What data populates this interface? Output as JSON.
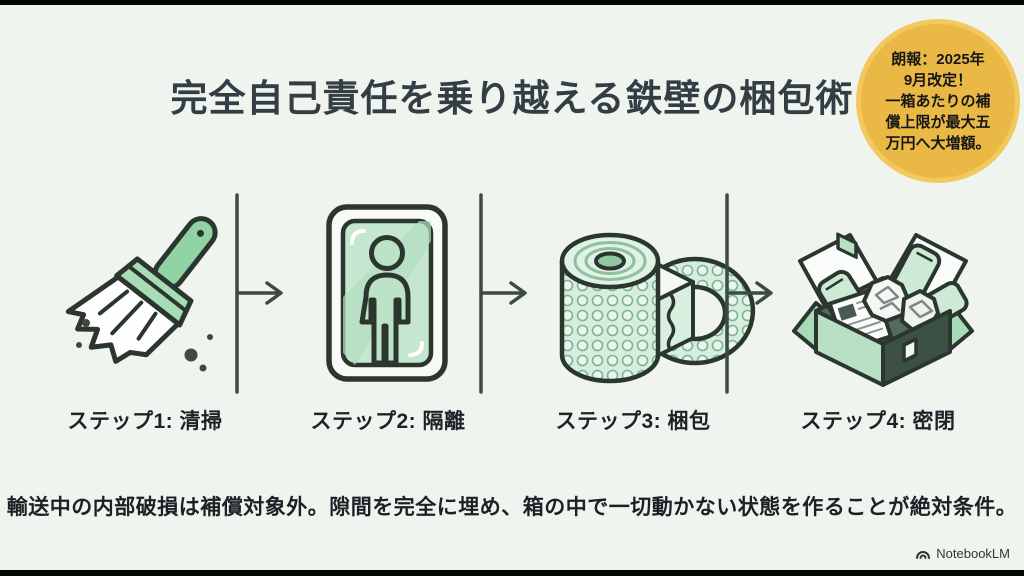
{
  "slide": {
    "title": "完全自己責任を乗り越える鉄壁の梱包術",
    "badge": {
      "text": "朗報：2025年\n9月改定！\n一箱あたりの補\n償上限が最大五\n万円へ大増額。",
      "bg_color": "#e9b845",
      "text_color": "#161616"
    },
    "steps": [
      {
        "label": "ステップ1: 清掃",
        "icon": "brush-icon"
      },
      {
        "label": "ステップ2: 隔離",
        "icon": "person-in-bag-icon"
      },
      {
        "label": "ステップ3: 梱包",
        "icon": "bubble-wrap-roll-icon"
      },
      {
        "label": "ステップ4: 密閉",
        "icon": "packed-box-icon"
      }
    ],
    "footer_note": "輸送中の内部破損は補償対象外。隙間を完全に埋め、箱の中で一切動かない状態を作ることが絶対条件。",
    "watermark": {
      "label": "NotebookLM",
      "icon": "notebooklm-logo-icon"
    },
    "colors": {
      "background": "#eff4ef",
      "letterbox": "#050505",
      "outline": "#2b362f",
      "green_main": "#90d3a4",
      "green_light": "#c6e7d0",
      "title_text": "#333e44"
    }
  }
}
